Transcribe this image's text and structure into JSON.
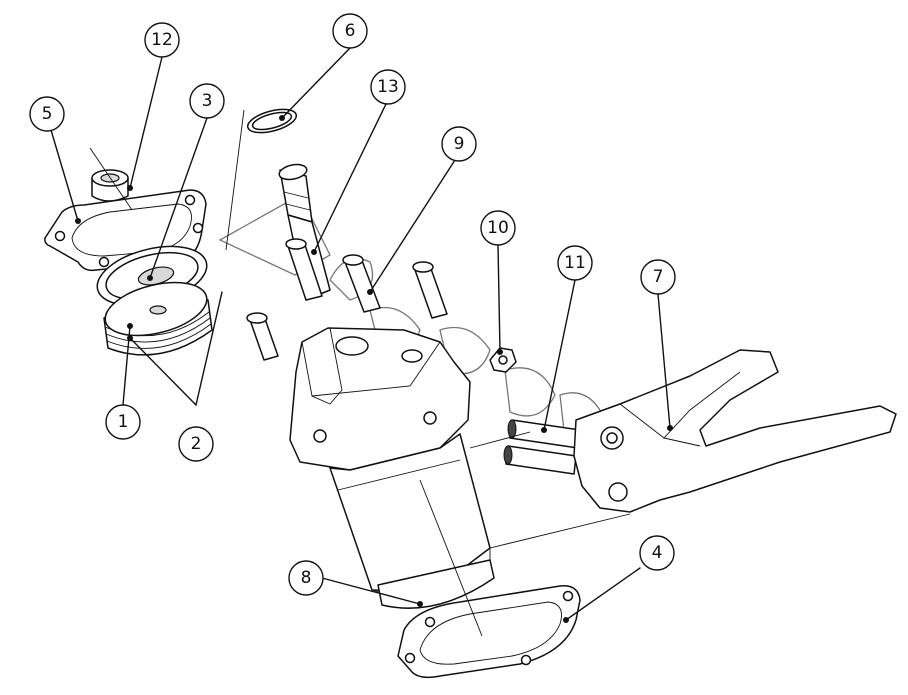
{
  "diagram": {
    "callouts": [
      {
        "id": "1",
        "label": "1"
      },
      {
        "id": "2",
        "label": "2"
      },
      {
        "id": "3",
        "label": "3"
      },
      {
        "id": "4",
        "label": "4"
      },
      {
        "id": "5",
        "label": "5"
      },
      {
        "id": "6",
        "label": "6"
      },
      {
        "id": "7",
        "label": "7"
      },
      {
        "id": "8",
        "label": "8"
      },
      {
        "id": "9",
        "label": "9"
      },
      {
        "id": "10",
        "label": "10"
      },
      {
        "id": "11",
        "label": "11"
      },
      {
        "id": "12",
        "label": "12"
      },
      {
        "id": "13",
        "label": "13"
      }
    ],
    "colors": {
      "line": "#111111",
      "background": "#ffffff",
      "watermark": "#777777"
    }
  }
}
